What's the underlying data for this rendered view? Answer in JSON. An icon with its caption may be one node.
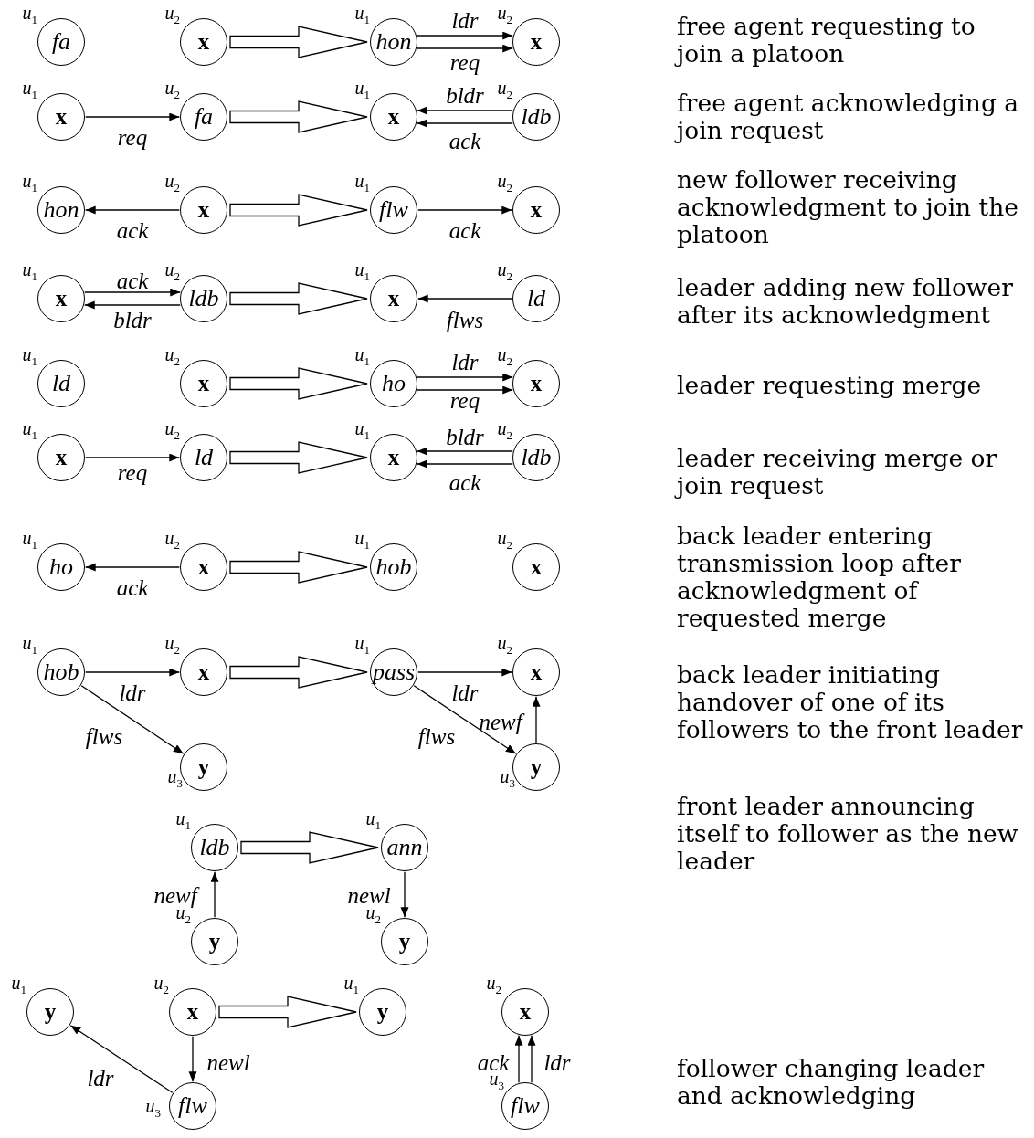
{
  "diagram": {
    "nodes": [
      {
        "text": [
          "fa"
        ],
        "beside": [
          "u$_{1}$"
        ]
      },
      {
        "text": [
          "**x**"
        ],
        "beside": [
          "u$_{2}$"
        ]
      },
      {
        "text": [
          "hon"
        ],
        "beside": [
          "u$_{1}$"
        ]
      },
      {
        "text": [
          "**x**"
        ],
        "beside": [
          "u$_{2}$"
        ]
      },
      {
        "text": [
          "**x**"
        ],
        "beside": [
          "u$_{1}$"
        ]
      },
      {
        "text": [
          "fa"
        ],
        "beside": [
          "u$_{2}$"
        ]
      },
      {
        "text": [
          "**x**"
        ],
        "beside": [
          "u$_{1}$"
        ]
      },
      {
        "text": [
          "ldb"
        ],
        "beside": [
          "u$_{2}$"
        ]
      },
      {
        "text": [
          "hon"
        ],
        "beside": [
          "u$_{1}$"
        ]
      },
      {
        "text": [
          "**x**"
        ],
        "beside": [
          "u$_{2}$"
        ]
      },
      {
        "text": [
          "flw"
        ],
        "beside": [
          "u$_{1}$"
        ]
      },
      {
        "text": [
          "**x**"
        ],
        "beside": [
          "u$_{2}$"
        ]
      },
      {
        "text": [
          "**x**"
        ],
        "beside": [
          "u$_{1}$"
        ]
      },
      {
        "text": [
          "ldb"
        ],
        "beside": [
          "u$_{2}$"
        ]
      },
      {
        "text": [
          "**x**"
        ],
        "beside": [
          "u$_{1}$"
        ]
      },
      {
        "text": [
          "ld"
        ],
        "beside": [
          "u$_{2}$"
        ]
      },
      {
        "text": [
          "ld"
        ],
        "beside": [
          "u$_{1}$"
        ]
      },
      {
        "text": [
          "**x**"
        ],
        "beside": [
          "u$_{2}$"
        ]
      },
      {
        "text": [
          "ho"
        ],
        "beside": [
          "u$_{1}$"
        ]
      },
      {
        "text": [
          "**x**"
        ],
        "beside": [
          "u$_{2}$"
        ]
      },
      {
        "text": [
          "**x**"
        ],
        "beside": [
          "u$_{1}$"
        ]
      },
      {
        "text": [
          "ld"
        ],
        "beside": [
          "u$_{2}$"
        ]
      },
      {
        "text": [
          "**x**"
        ],
        "beside": [
          "u$_{1}$"
        ]
      },
      {
        "text": [
          "ldb"
        ],
        "beside": [
          "u$_{2}$"
        ]
      },
      {
        "text": [
          "ho"
        ],
        "beside": [
          "u$_{1}$"
        ]
      },
      {
        "text": [
          "**x**"
        ],
        "beside": [
          "u$_{2}$"
        ]
      },
      {
        "text": [
          "hob"
        ],
        "beside": [
          "u$_{1}$"
        ]
      },
      {
        "text": [
          "**x**"
        ],
        "beside": [
          "u$_{2}$"
        ]
      },
      {
        "text": [
          "hob"
        ],
        "beside": [
          "u$_{1}$"
        ]
      },
      {
        "text": [
          "**x**"
        ],
        "beside": [
          "u$_{2}$"
        ]
      },
      {
        "text": [
          "**y**"
        ],
        "beside": [
          "u$_{3}$"
        ]
      },
      {
        "text": [
          "pass"
        ],
        "beside": [
          "u$_{1}$"
        ]
      },
      {
        "text": [
          "**x**"
        ],
        "beside": [
          "u$_{2}$"
        ]
      },
      {
        "text": [
          "**y**"
        ],
        "beside": [
          "u$_{3}$"
        ]
      },
      {
        "text": [
          "ldb"
        ],
        "beside": [
          "u$_{1}$"
        ]
      },
      {
        "text": [
          "**y**"
        ],
        "beside": [
          "u$_{2}$"
        ]
      },
      {
        "text": [
          "ann"
        ],
        "beside": [
          "u$_{1}$"
        ]
      },
      {
        "text": [
          "**y**"
        ],
        "beside": [
          "u$_{2}$"
        ]
      },
      {
        "text": [
          "**y**"
        ],
        "beside": [
          "u$_{1}$"
        ]
      },
      {
        "text": [
          "**x**"
        ],
        "beside": [
          "u$_{2}$"
        ]
      },
      {
        "text": [
          "flw"
        ],
        "beside": [
          "u$_{3}$"
        ]
      },
      {
        "text": [
          "**y**"
        ],
        "beside": [
          "u$_{1}$"
        ]
      },
      {
        "text": [
          "**x**"
        ],
        "beside": [
          "u$_{2}$"
        ]
      },
      {
        "text": [
          "flw"
        ],
        "beside": [
          "u$_{3}$"
        ]
      }
    ],
    "edges": [
      {
        "from": 1,
        "to": 2,
        "arrow": "to",
        "style": "thick"
      },
      {
        "from": 2,
        "to": 3,
        "arrow": "to",
        "label": "ldr"
      },
      {
        "from": 2,
        "to": 3,
        "arrow": "to",
        "label": "req"
      },
      {
        "from": 4,
        "to": 5,
        "arrow": "to",
        "label": "req"
      },
      {
        "from": 5,
        "to": 6,
        "arrow": "to",
        "style": "thick"
      },
      {
        "from": 7,
        "to": 6,
        "arrow": "to",
        "label": "bldr"
      },
      {
        "from": 7,
        "to": 6,
        "arrow": "to",
        "label": "ack"
      },
      {
        "from": 9,
        "to": 8,
        "arrow": "to",
        "label": "ack"
      },
      {
        "from": 9,
        "to": 10,
        "arrow": "to",
        "style": "thick"
      },
      {
        "from": 10,
        "to": 11,
        "arrow": "to",
        "label": "ack"
      },
      {
        "from": 12,
        "to": 13,
        "arrow": "to",
        "label": "ack"
      },
      {
        "from": 13,
        "to": 12,
        "arrow": "to",
        "label": "bldr"
      },
      {
        "from": 13,
        "to": 14,
        "arrow": "to",
        "style": "thick"
      },
      {
        "from": 15,
        "to": 14,
        "arrow": "to",
        "label": "flws"
      },
      {
        "from": 17,
        "to": 18,
        "arrow": "to",
        "style": "thick"
      },
      {
        "from": 18,
        "to": 19,
        "arrow": "to",
        "label": "ldr"
      },
      {
        "from": 18,
        "to": 19,
        "arrow": "to",
        "label": "req"
      },
      {
        "from": 20,
        "to": 21,
        "arrow": "to",
        "label": "req"
      },
      {
        "from": 21,
        "to": 22,
        "arrow": "to",
        "style": "thick"
      },
      {
        "from": 23,
        "to": 22,
        "arrow": "to",
        "label": "bldr"
      },
      {
        "from": 23,
        "to": 22,
        "arrow": "to",
        "label": "ack"
      },
      {
        "from": 25,
        "to": 24,
        "arrow": "to",
        "label": "ack"
      },
      {
        "from": 25,
        "to": 26,
        "arrow": "to",
        "style": "thick"
      },
      {
        "from": 28,
        "to": 29,
        "arrow": "to",
        "label": "ldr"
      },
      {
        "from": 28,
        "to": 30,
        "arrow": "to",
        "label": "flws"
      },
      {
        "from": 29,
        "to": 31,
        "arrow": "to",
        "style": "thick"
      },
      {
        "from": 31,
        "to": 32,
        "arrow": "to",
        "label": "ldr"
      },
      {
        "from": 31,
        "to": 33,
        "arrow": "to",
        "label": "flws"
      },
      {
        "from": 33,
        "to": 32,
        "arrow": "to",
        "label": "newf"
      },
      {
        "from": 35,
        "to": 34,
        "arrow": "to",
        "label": "newf"
      },
      {
        "from": 34,
        "to": 36,
        "arrow": "to",
        "style": "thick"
      },
      {
        "from": 36,
        "to": 37,
        "arrow": "to",
        "label": "newl"
      },
      {
        "from": 40,
        "to": 38,
        "arrow": "to",
        "label": "ldr"
      },
      {
        "from": 39,
        "to": 40,
        "arrow": "to",
        "label": "newl"
      },
      {
        "from": 39,
        "to": 41,
        "arrow": "to",
        "style": "thick"
      },
      {
        "from": 43,
        "to": 42,
        "arrow": "to",
        "label": "ack"
      },
      {
        "from": 43,
        "to": 42,
        "arrow": "to",
        "label": "ldr"
      }
    ],
    "labels": [
      "free agent requesting to join a platoon",
      "free agent acknowledging a join request",
      "new follower receiving acknowledgment to join the platoon",
      "leader adding new follower after its acknowledgment",
      "leader requesting merge",
      "leader receiving merge or join request",
      "back leader entering transmission loop after acknowledgment of requested merge",
      "back leader initiating handover of one of its followers to the front leader",
      "front leader announcing itself to follower as the new leader",
      "follower changing leader and acknowledging"
    ]
  }
}
